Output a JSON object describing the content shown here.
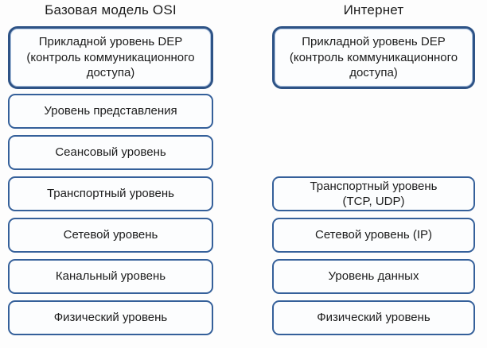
{
  "theme": {
    "border_blue": "#35609a",
    "border_blue_dark": "#2e5386",
    "text_color": "#1c1c1c",
    "box_fill": "#fcfdfe",
    "page_bg": "#fdfdfd"
  },
  "columns": [
    {
      "title": "Базовая модель OSI",
      "boxes": [
        {
          "id": "application",
          "label": "Прикладной уровень DEP\n(контроль коммуникационного\nдоступа)"
        },
        {
          "id": "presentation",
          "label": "Уровень представления"
        },
        {
          "id": "session",
          "label": "Сеансовый уровень"
        },
        {
          "id": "transport",
          "label": "Транспортный уровень"
        },
        {
          "id": "network",
          "label": "Сетевой уровень"
        },
        {
          "id": "datalink",
          "label": "Канальный уровень"
        },
        {
          "id": "physical",
          "label": "Физический уровень"
        }
      ]
    },
    {
      "title": "Интернет",
      "boxes": [
        {
          "id": "application",
          "label": "Прикладной уровень DEP\n(контроль коммуникационного\nдоступа)"
        },
        {
          "id": "transport",
          "label": "Транспортный уровень\n(TCP, UDP)"
        },
        {
          "id": "network",
          "label": "Сетевой уровень (IP)"
        },
        {
          "id": "data",
          "label": "Уровень данных"
        },
        {
          "id": "physical",
          "label": "Физический уровень"
        }
      ]
    }
  ]
}
